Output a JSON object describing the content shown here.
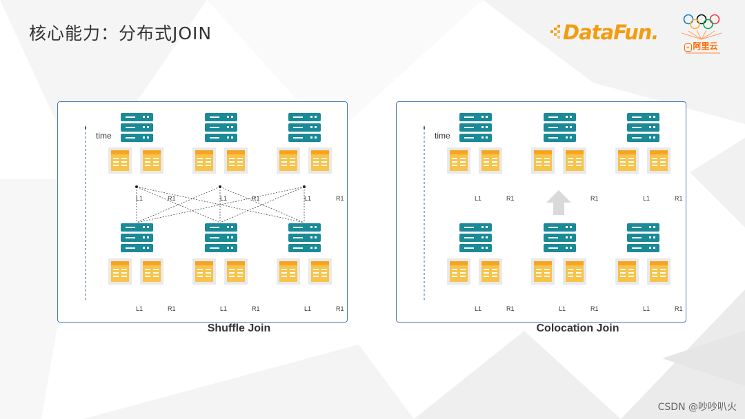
{
  "slide": {
    "title": "核心能力：分布式JOIN",
    "brand_primary": "DataFun.",
    "brand_secondary": "阿里云",
    "watermark": "CSDN @吵吵叭火"
  },
  "colors": {
    "server": "#1a8a97",
    "table_header": "#f4a622",
    "table_body": "#f7c34a",
    "panel_border": "#4a78b5",
    "datafun_orange": "#f39c12",
    "aliyun_orange": "#ff6a00"
  },
  "icons": {
    "server": "server-rack-icon",
    "table": "data-table-icon",
    "arrow": "up-arrow-icon"
  },
  "diagrams": [
    {
      "caption": "Shuffle Join",
      "time_label": "time",
      "top_labels": [
        "L1",
        "R1",
        "L1",
        "R1",
        "L1",
        "R1"
      ],
      "bottom_labels": [
        "L1",
        "R1",
        "L1",
        "R1",
        "L1",
        "R1"
      ]
    },
    {
      "caption": "Colocation Join",
      "time_label": "time",
      "top_labels": [
        "L1",
        "R1",
        "R1",
        "L1",
        "R1"
      ],
      "bottom_labels": [
        "L1",
        "R1",
        "L1",
        "R1",
        "L1",
        "R1"
      ]
    }
  ]
}
